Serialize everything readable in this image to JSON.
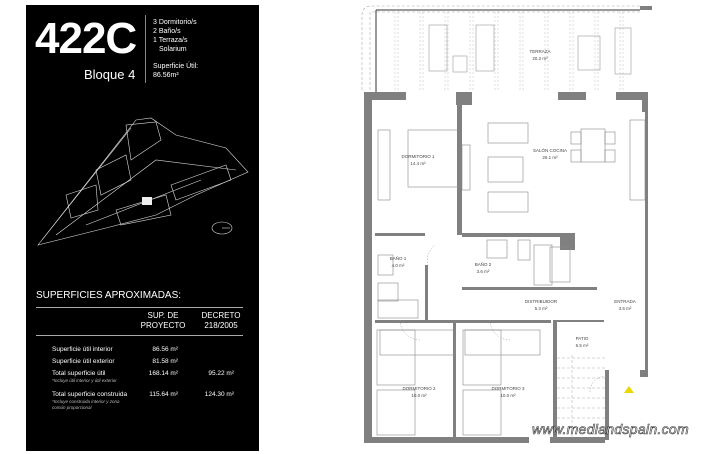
{
  "unit": {
    "code": "422C",
    "block": "Bloque 4",
    "features": [
      "3 Dormitorio/s",
      "2 Baño/s",
      "1 Terraza/s",
      "Solarium"
    ],
    "surface_label": "Superficie Útil:",
    "surface_value": "86.56m²"
  },
  "table": {
    "title": "SUPERFICIES APROXIMADAS:",
    "col1": [
      "SUP. DE",
      "PROYECTO"
    ],
    "col2": [
      "DECRETO",
      "218/2005"
    ],
    "rows": [
      {
        "label": "Superficie útil interior",
        "note": "",
        "proyecto": "86.56 m²",
        "decreto": ""
      },
      {
        "label": "Superficie útil exterior",
        "note": "",
        "proyecto": "81.58 m²",
        "decreto": ""
      },
      {
        "label": "Total superficie útil",
        "note": "*Incluye útil interior y útil exterior",
        "proyecto": "168.14 m²",
        "decreto": "95.22 m²"
      },
      {
        "label": "Total superficie construida",
        "note": "*Incluye construida interior y zona común proporcional",
        "proyecto": "115.64 m²",
        "decreto": "124.30 m²"
      }
    ]
  },
  "rooms": [
    {
      "name": "TERRAZA",
      "area": "20.2 m²"
    },
    {
      "name": "DORMITORIO 1",
      "area": "14.4 m²"
    },
    {
      "name": "SALÓN COCINA",
      "area": "26.1 m²"
    },
    {
      "name": "BAÑO 1",
      "area": "4.0 m²"
    },
    {
      "name": "BAÑO 2",
      "area": "3.6 m²"
    },
    {
      "name": "DISTRIBUIDOR",
      "area": "5.3 m²"
    },
    {
      "name": "ENTRADA",
      "area": "3.5 m²"
    },
    {
      "name": "PATIO",
      "area": "6.5 m²"
    },
    {
      "name": "DORMITORIO 2",
      "area": "10.0 m²"
    },
    {
      "name": "DORMITORIO 3",
      "area": "10.0 m²"
    }
  ],
  "watermark": "www.medlandspain.com",
  "colors": {
    "panel": "#000000",
    "wall": "#808080",
    "entry_marker": "#e8d800"
  }
}
